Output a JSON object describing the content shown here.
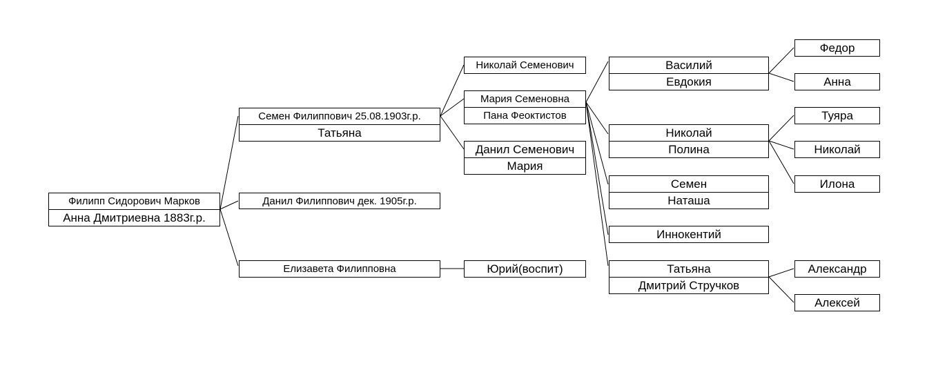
{
  "root": {
    "person": "Филипп Сидорович Марков",
    "spouse": "Анна Дмитриевна 1883г.р."
  },
  "generation2": {
    "semen": {
      "person": "Семен Филиппович 25.08.1903г.р.",
      "spouse": "Татьяна"
    },
    "danil": {
      "person": "Данил Филиппович дек. 1905г.р."
    },
    "elizaveta": {
      "person": "Елизавета Филипповна"
    }
  },
  "generation3": {
    "nikolai": {
      "person": "Николай Семенович"
    },
    "maria": {
      "person": "Мария Семеновна",
      "spouse": "Пана Феоктистов"
    },
    "danil": {
      "person": "Данил Семенович",
      "spouse": "Мария"
    },
    "yuri": {
      "person": "Юрий(воспит)"
    }
  },
  "generation4": {
    "vasily": {
      "person": "Василий",
      "spouse": "Евдокия"
    },
    "nikolai": {
      "person": "Николай",
      "spouse": "Полина"
    },
    "semen": {
      "person": "Семен",
      "spouse": "Наташа"
    },
    "innokenty": {
      "person": "Иннокентий"
    },
    "tatyana": {
      "person": "Татьяна",
      "spouse": "Дмитрий Стручков"
    }
  },
  "generation5": {
    "fedor": "Федор",
    "anna": "Анна",
    "tuyara": "Туяра",
    "nikolai": "Николай",
    "ilona": "Илона",
    "alexandr": "Александр",
    "alexei": "Алексей"
  }
}
